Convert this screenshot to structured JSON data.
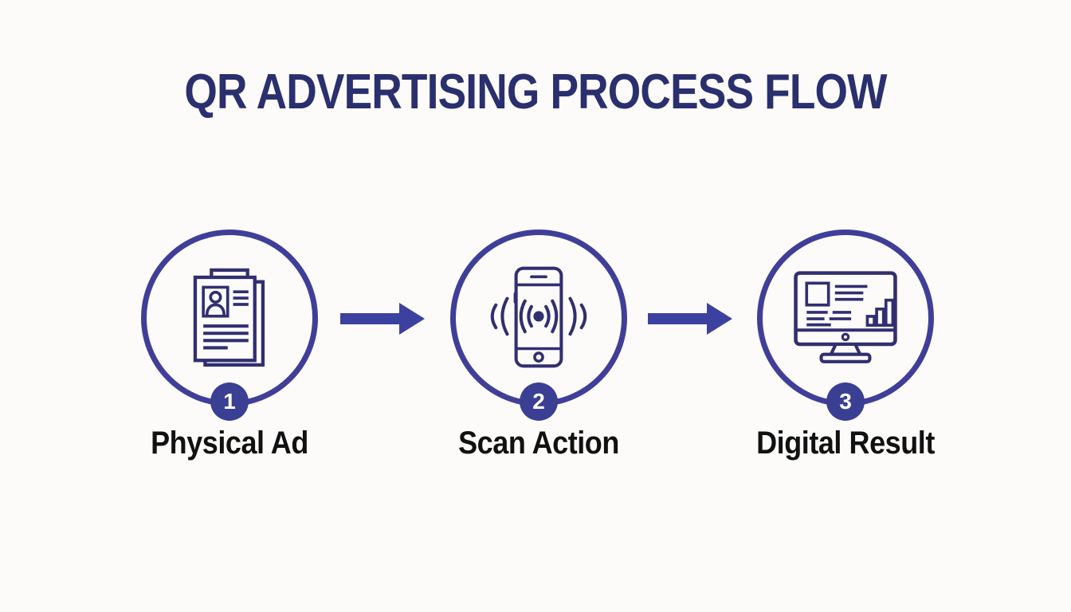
{
  "title": "QR ADVERTISING PROCESS FLOW",
  "steps": [
    {
      "number": "1",
      "label": "Physical Ad",
      "icon": "flyer-document-icon"
    },
    {
      "number": "2",
      "label": "Scan Action",
      "icon": "phone-scan-waves-icon"
    },
    {
      "number": "3",
      "label": "Digital Result",
      "icon": "monitor-analytics-icon"
    }
  ],
  "connectors": [
    {
      "icon": "arrow-right-icon"
    },
    {
      "icon": "arrow-right-icon"
    }
  ],
  "colors": {
    "background": "#fcfbfa",
    "title_text": "#2a2f6e",
    "circle_stroke": "#3f3f99",
    "icon_stroke": "#312f70",
    "arrow_fill": "#3c41a0",
    "badge_fill": "#3a3f94",
    "badge_text": "#ffffff",
    "label_text": "#111111"
  }
}
